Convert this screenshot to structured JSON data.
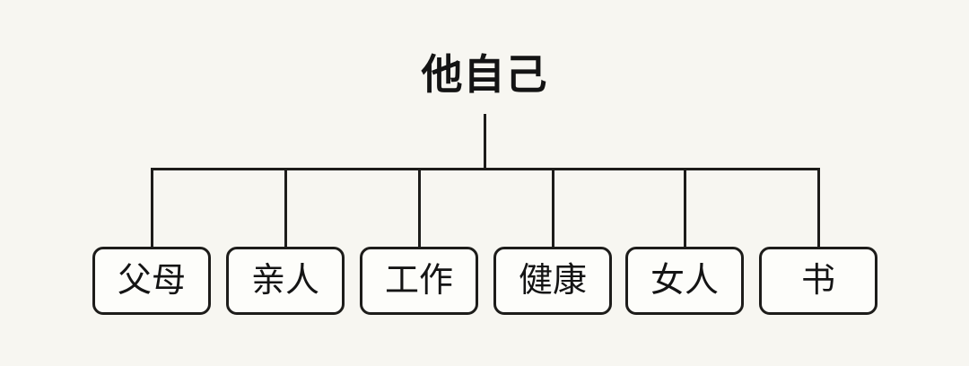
{
  "diagram": {
    "type": "tree",
    "root": {
      "label": "他自己"
    },
    "children": [
      {
        "label": "父母"
      },
      {
        "label": "亲人"
      },
      {
        "label": "工作"
      },
      {
        "label": "健康"
      },
      {
        "label": "女人"
      },
      {
        "label": "书"
      }
    ]
  },
  "colors": {
    "background": "#f7f6f1",
    "line": "#1d1c1a",
    "box_fill": "#fdfdfa",
    "text": "#141414"
  }
}
